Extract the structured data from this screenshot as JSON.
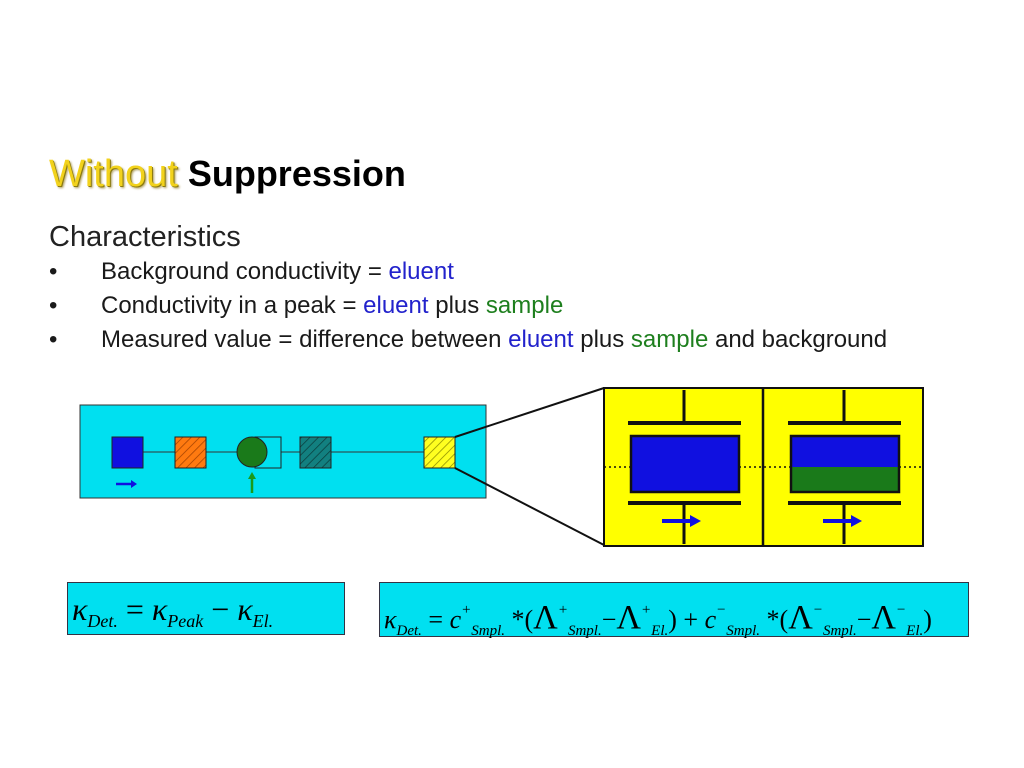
{
  "title": {
    "word1": "Without",
    "word2": "Suppression"
  },
  "subheading": "Characteristics",
  "bullet_symbol": "•",
  "bullets": [
    {
      "p1": "Background conductivity = ",
      "eluent": "eluent"
    },
    {
      "p1": "Conductivity in a peak = ",
      "eluent": "eluent",
      "p2": " plus ",
      "sample": "sample"
    },
    {
      "p1": "Measured value = difference between ",
      "eluent": "eluent",
      "p2": " plus ",
      "sample": "sample",
      "p3": " and background"
    }
  ],
  "formula1": {
    "kappa": "κ",
    "det": "Det.",
    "eq": " = ",
    "peak": "Peak",
    "minus": " − ",
    "el": "El."
  },
  "formula2": {
    "kappa": "κ",
    "det": "Det.",
    "eq": " = ",
    "c": "c",
    "plus": "+",
    "minus": "−",
    "smpl": "Smpl.",
    "el": "El.",
    "times": " *(",
    "lambda": "Λ",
    "close": ")",
    "plus_op": " + "
  },
  "colors": {
    "cyan": "#00e0f0",
    "yellow": "#ffff00",
    "eluent_blue": "#1010e0",
    "sample_green": "#1a7a1a",
    "title_yellow": "#f2d21c"
  }
}
